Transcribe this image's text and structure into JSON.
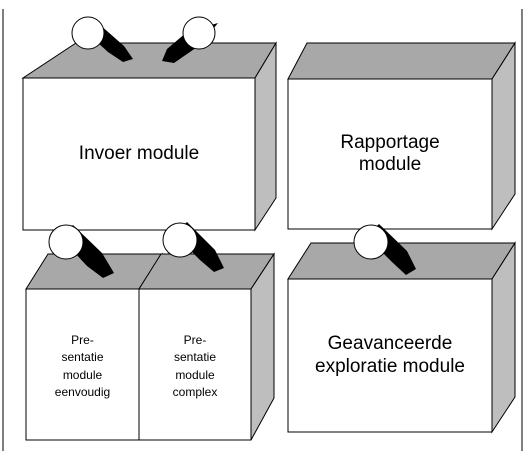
{
  "modules": {
    "invoer": {
      "label": "Invoer module"
    },
    "rapportage": {
      "label": "Rapportage\nmodule"
    },
    "presentatie_eenvoudig": {
      "label": "Pre-\nsentatie\nmodule\neenvoudig"
    },
    "presentatie_complex": {
      "label": "Pre-\nsentatie\nmodule\ncomplex"
    },
    "geavanceerde": {
      "label": "Geavanceerde\nexploratie module"
    }
  },
  "colors": {
    "face": "#ffffff",
    "top_face": "#a8a8a8",
    "side_face": "#bebebe",
    "stroke": "#000000",
    "connector": "#000000"
  }
}
